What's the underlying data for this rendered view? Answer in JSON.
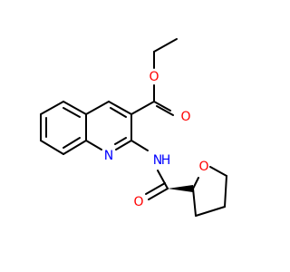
{
  "colors": {
    "bond": "#000000",
    "oxygen": "#ff0000",
    "nitrogen": "#0000ff",
    "background": "#ffffff"
  },
  "atoms": {
    "o_ester_ether": "O",
    "o_ester_carbonyl": "O",
    "n_ring": "N",
    "n_amide": "N",
    "h_amide": "H",
    "o_amide_carbonyl": "O",
    "o_thf": "O"
  }
}
